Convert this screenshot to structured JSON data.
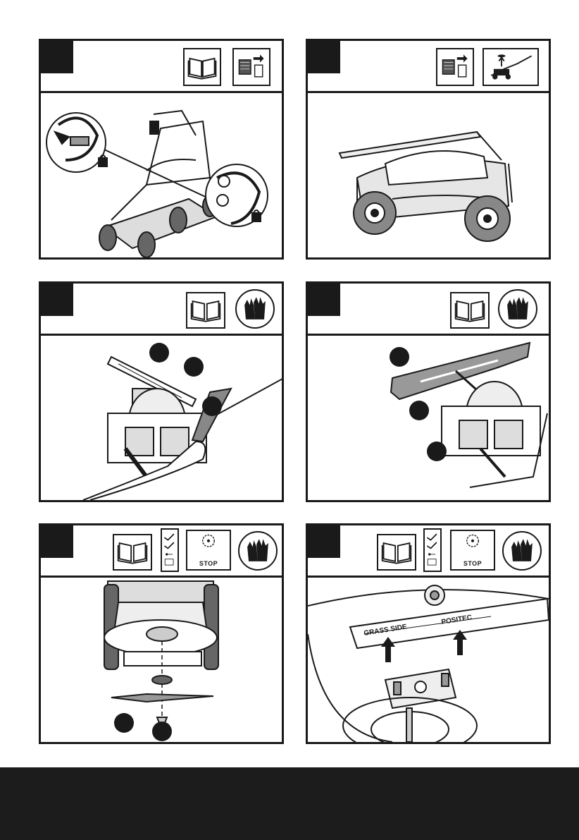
{
  "panels": [
    {
      "id": "p1",
      "icons": [
        "manual-book-icon",
        "battery-remove-icon"
      ]
    },
    {
      "id": "p2",
      "icons": [
        "battery-remove-icon",
        "mower-tilt-icon"
      ]
    },
    {
      "id": "p3",
      "icons": [
        "manual-book-icon",
        "gloves-icon"
      ]
    },
    {
      "id": "p4",
      "icons": [
        "manual-book-icon",
        "gloves-icon"
      ]
    },
    {
      "id": "p5",
      "icons": [
        "manual-book-icon",
        "checklist-icon",
        "blade-stop-icon",
        "gloves-icon"
      ]
    },
    {
      "id": "p6",
      "icons": [
        "manual-book-icon",
        "checklist-icon",
        "blade-stop-icon",
        "gloves-icon"
      ]
    }
  ],
  "stop_label": "STOP",
  "blade_labels": {
    "grass_side": "GRASS SIDE",
    "part_number": "POSITEC"
  },
  "colors": {
    "ink": "#1a1a1a",
    "footer": "#1c1c1c",
    "background": "#ffffff"
  }
}
